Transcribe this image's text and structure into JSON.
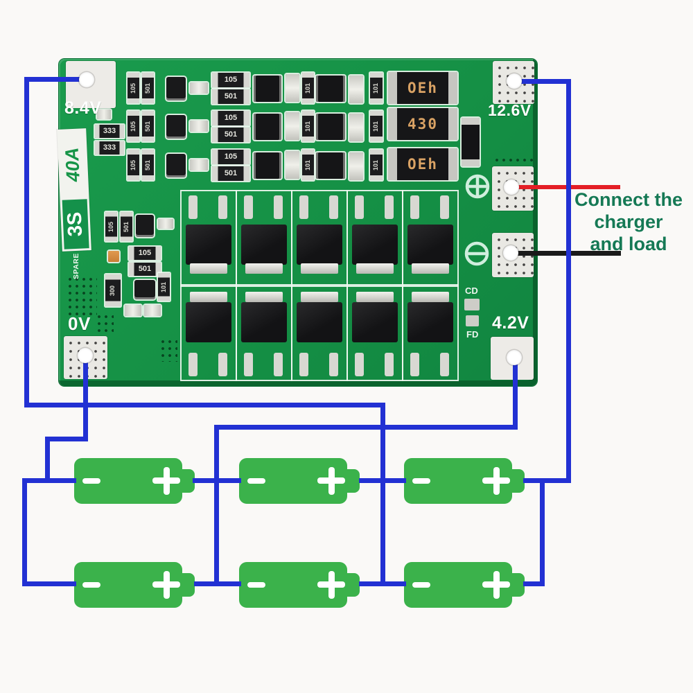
{
  "board": {
    "pad_labels": {
      "top_left": "8.4V",
      "top_right": "12.6V",
      "bottom_left": "0V",
      "bottom_right": "4.2V"
    },
    "strip": {
      "current": "40A",
      "series": "3S"
    },
    "silkscreen": {
      "spare": "SPARE",
      "cd": "CD",
      "fd": "FD"
    },
    "big_resistors": [
      "OEh",
      "430",
      "OEh"
    ],
    "smd_labels": {
      "r105": "105",
      "r501": "501",
      "r101": "101",
      "r333": "333",
      "r300": "300"
    }
  },
  "annotation": {
    "lines": [
      "Connect the",
      "charger",
      "and load"
    ]
  },
  "battery": {
    "rows": 2,
    "columns": 3,
    "minus_symbol": "−",
    "plus_symbol": "+"
  },
  "colors": {
    "wire_blue": "#2231d3",
    "wire_red": "#e41f26",
    "wire_black": "#1a1a1a",
    "pcb_green": "#169447",
    "battery_green": "#3bb24b",
    "annotation_green": "#157955"
  }
}
